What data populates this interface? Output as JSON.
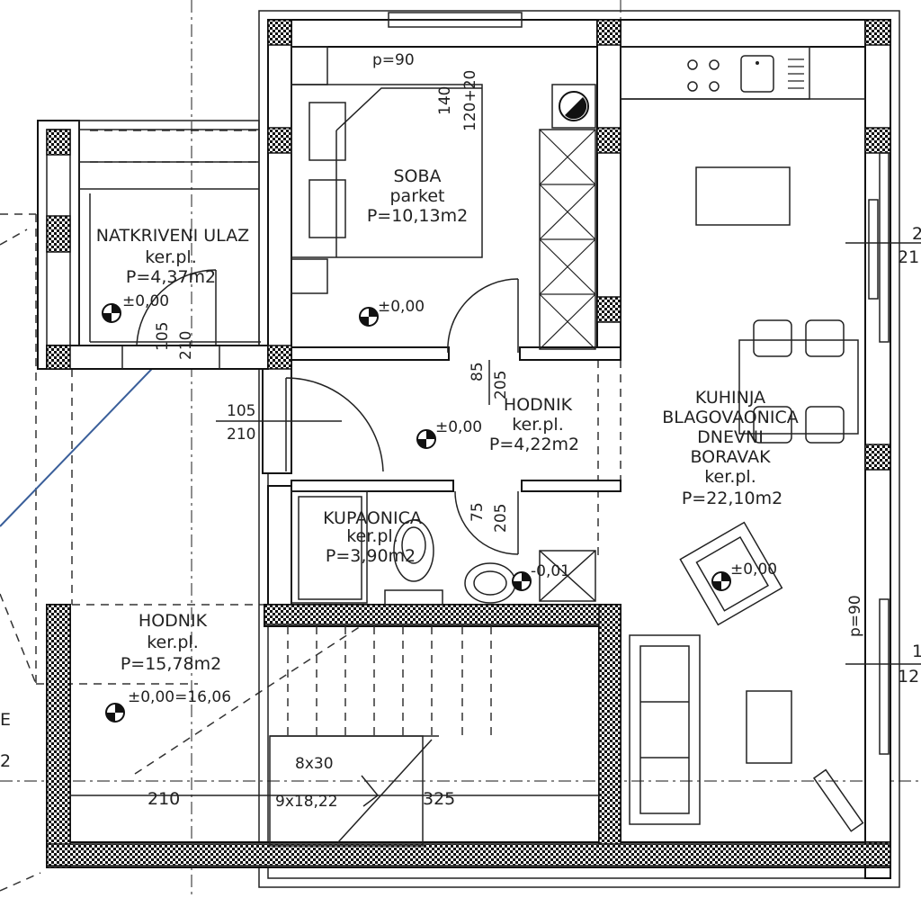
{
  "rooms": {
    "natkriveni": {
      "name": "NATKRIVENI ULAZ",
      "floor": "ker.pl.",
      "area": "P=4,37m2",
      "level": "±0,00"
    },
    "soba": {
      "name": "SOBA",
      "floor": "parket",
      "area": "P=10,13m2",
      "level": "±0,00"
    },
    "hodnik_upper": {
      "name": "HODNIK",
      "floor": "ker.pl.",
      "area": "P=4,22m2",
      "level": "±0,00"
    },
    "kupaonica": {
      "name": "KUPAONICA",
      "floor": "ker.pl.",
      "area": "P=3,90m2",
      "level": "-0,01"
    },
    "kuhinja": {
      "line1": "KUHINJA",
      "line2": "BLAGOVAONICA",
      "line3": "DNEVNI",
      "line4": "BORAVAK",
      "floor": "ker.pl.",
      "area": "P=22,10m2",
      "level": "±0,00"
    },
    "hodnik_lower": {
      "name": "HODNIK",
      "floor": "ker.pl.",
      "area": "P=15,78m2",
      "level": "±0,00=16,06"
    }
  },
  "dimensions": {
    "window_top": "p=90",
    "window_top_w": "140",
    "window_top_h": "120+20",
    "door_entry_w": "105",
    "door_entry_h": "210",
    "door_hall_w": "105",
    "door_hall_h": "210",
    "door_soba_w": "85",
    "door_soba_h": "205",
    "door_bath_w": "75",
    "door_bath_h": "205",
    "window_right": "p=90",
    "stairs_steps": "8x30",
    "stairs_rise": "9x18,22",
    "dim_bottom_left": "210",
    "dim_bottom_right": "325",
    "edge_right_1": "2",
    "edge_right_2": "21",
    "edge_right_3": "1",
    "edge_right_4": "12",
    "edge_left_1": "E",
    "edge_left_2": "2"
  }
}
